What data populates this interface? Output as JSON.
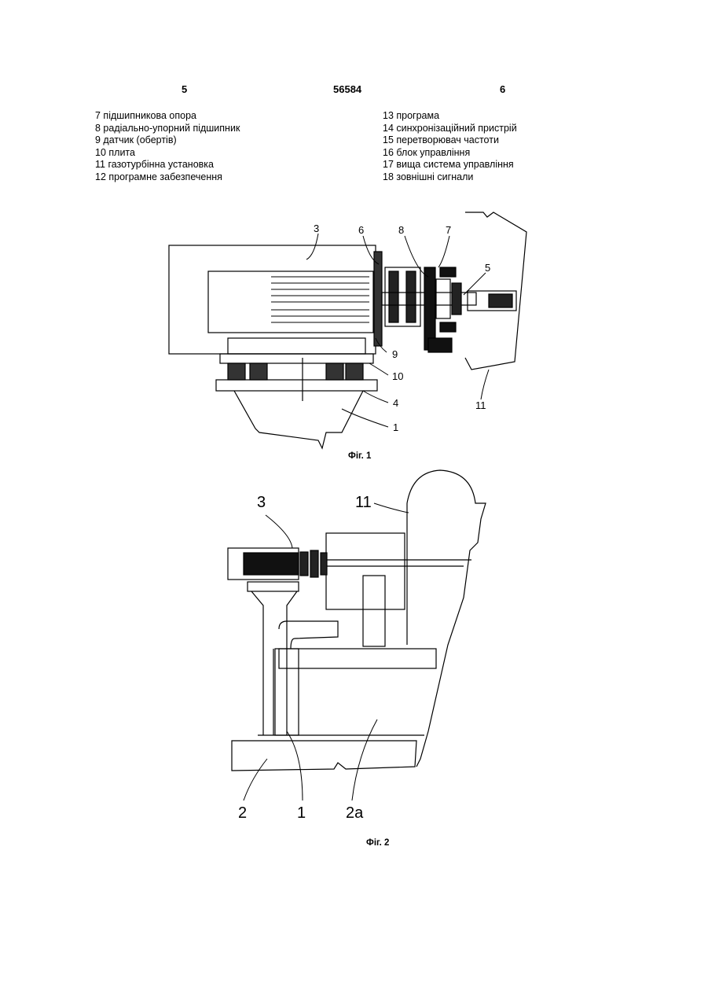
{
  "header": {
    "page_left": "5",
    "patent_number": "56584",
    "page_right": "6"
  },
  "legend_left": [
    "7 підшипникова опора",
    "8 радіально-упорний підшипник",
    "9 датчик (обертів)",
    "10 плита",
    "11 газотурбінна установка",
    "12 програмне забезпечення"
  ],
  "legend_right": [
    "13 програма",
    "14 синхронізаційний пристрій",
    "15 перетворювач частоти",
    "16 блок управління",
    "17 вища система управління",
    "18 зовнішні сигнали"
  ],
  "fig1": {
    "caption": "Фіг. 1",
    "labels": {
      "l3": "3",
      "l6": "6",
      "l8": "8",
      "l7": "7",
      "l5": "5",
      "l9": "9",
      "l10": "10",
      "l4": "4",
      "l1": "1",
      "l11": "11"
    }
  },
  "fig2": {
    "caption": "Фіг. 2",
    "labels": {
      "l3": "3",
      "l11": "11",
      "l2": "2",
      "l1": "1",
      "l2a": "2a"
    }
  }
}
